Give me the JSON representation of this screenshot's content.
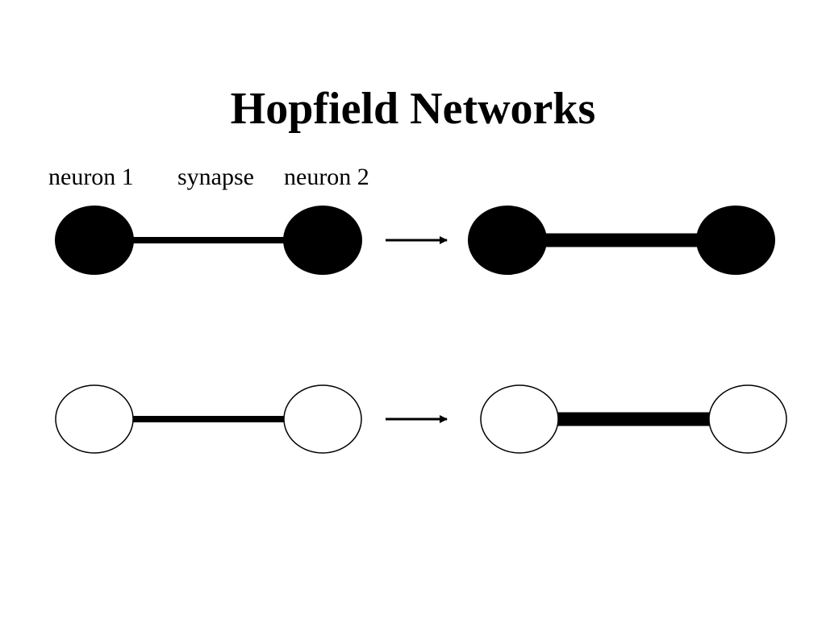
{
  "title": "Hopfield Networks",
  "labels": {
    "neuron1": "neuron 1",
    "synapse": "synapse",
    "neuron2": "neuron 2"
  },
  "colors": {
    "active": "#000000",
    "inactive": "#ffffff",
    "stroke": "#000000"
  },
  "rows": [
    {
      "state": "active",
      "before_synapse": "thin",
      "after_synapse": "strengthened"
    },
    {
      "state": "inactive",
      "before_synapse": "thin",
      "after_synapse": "strengthened"
    }
  ]
}
